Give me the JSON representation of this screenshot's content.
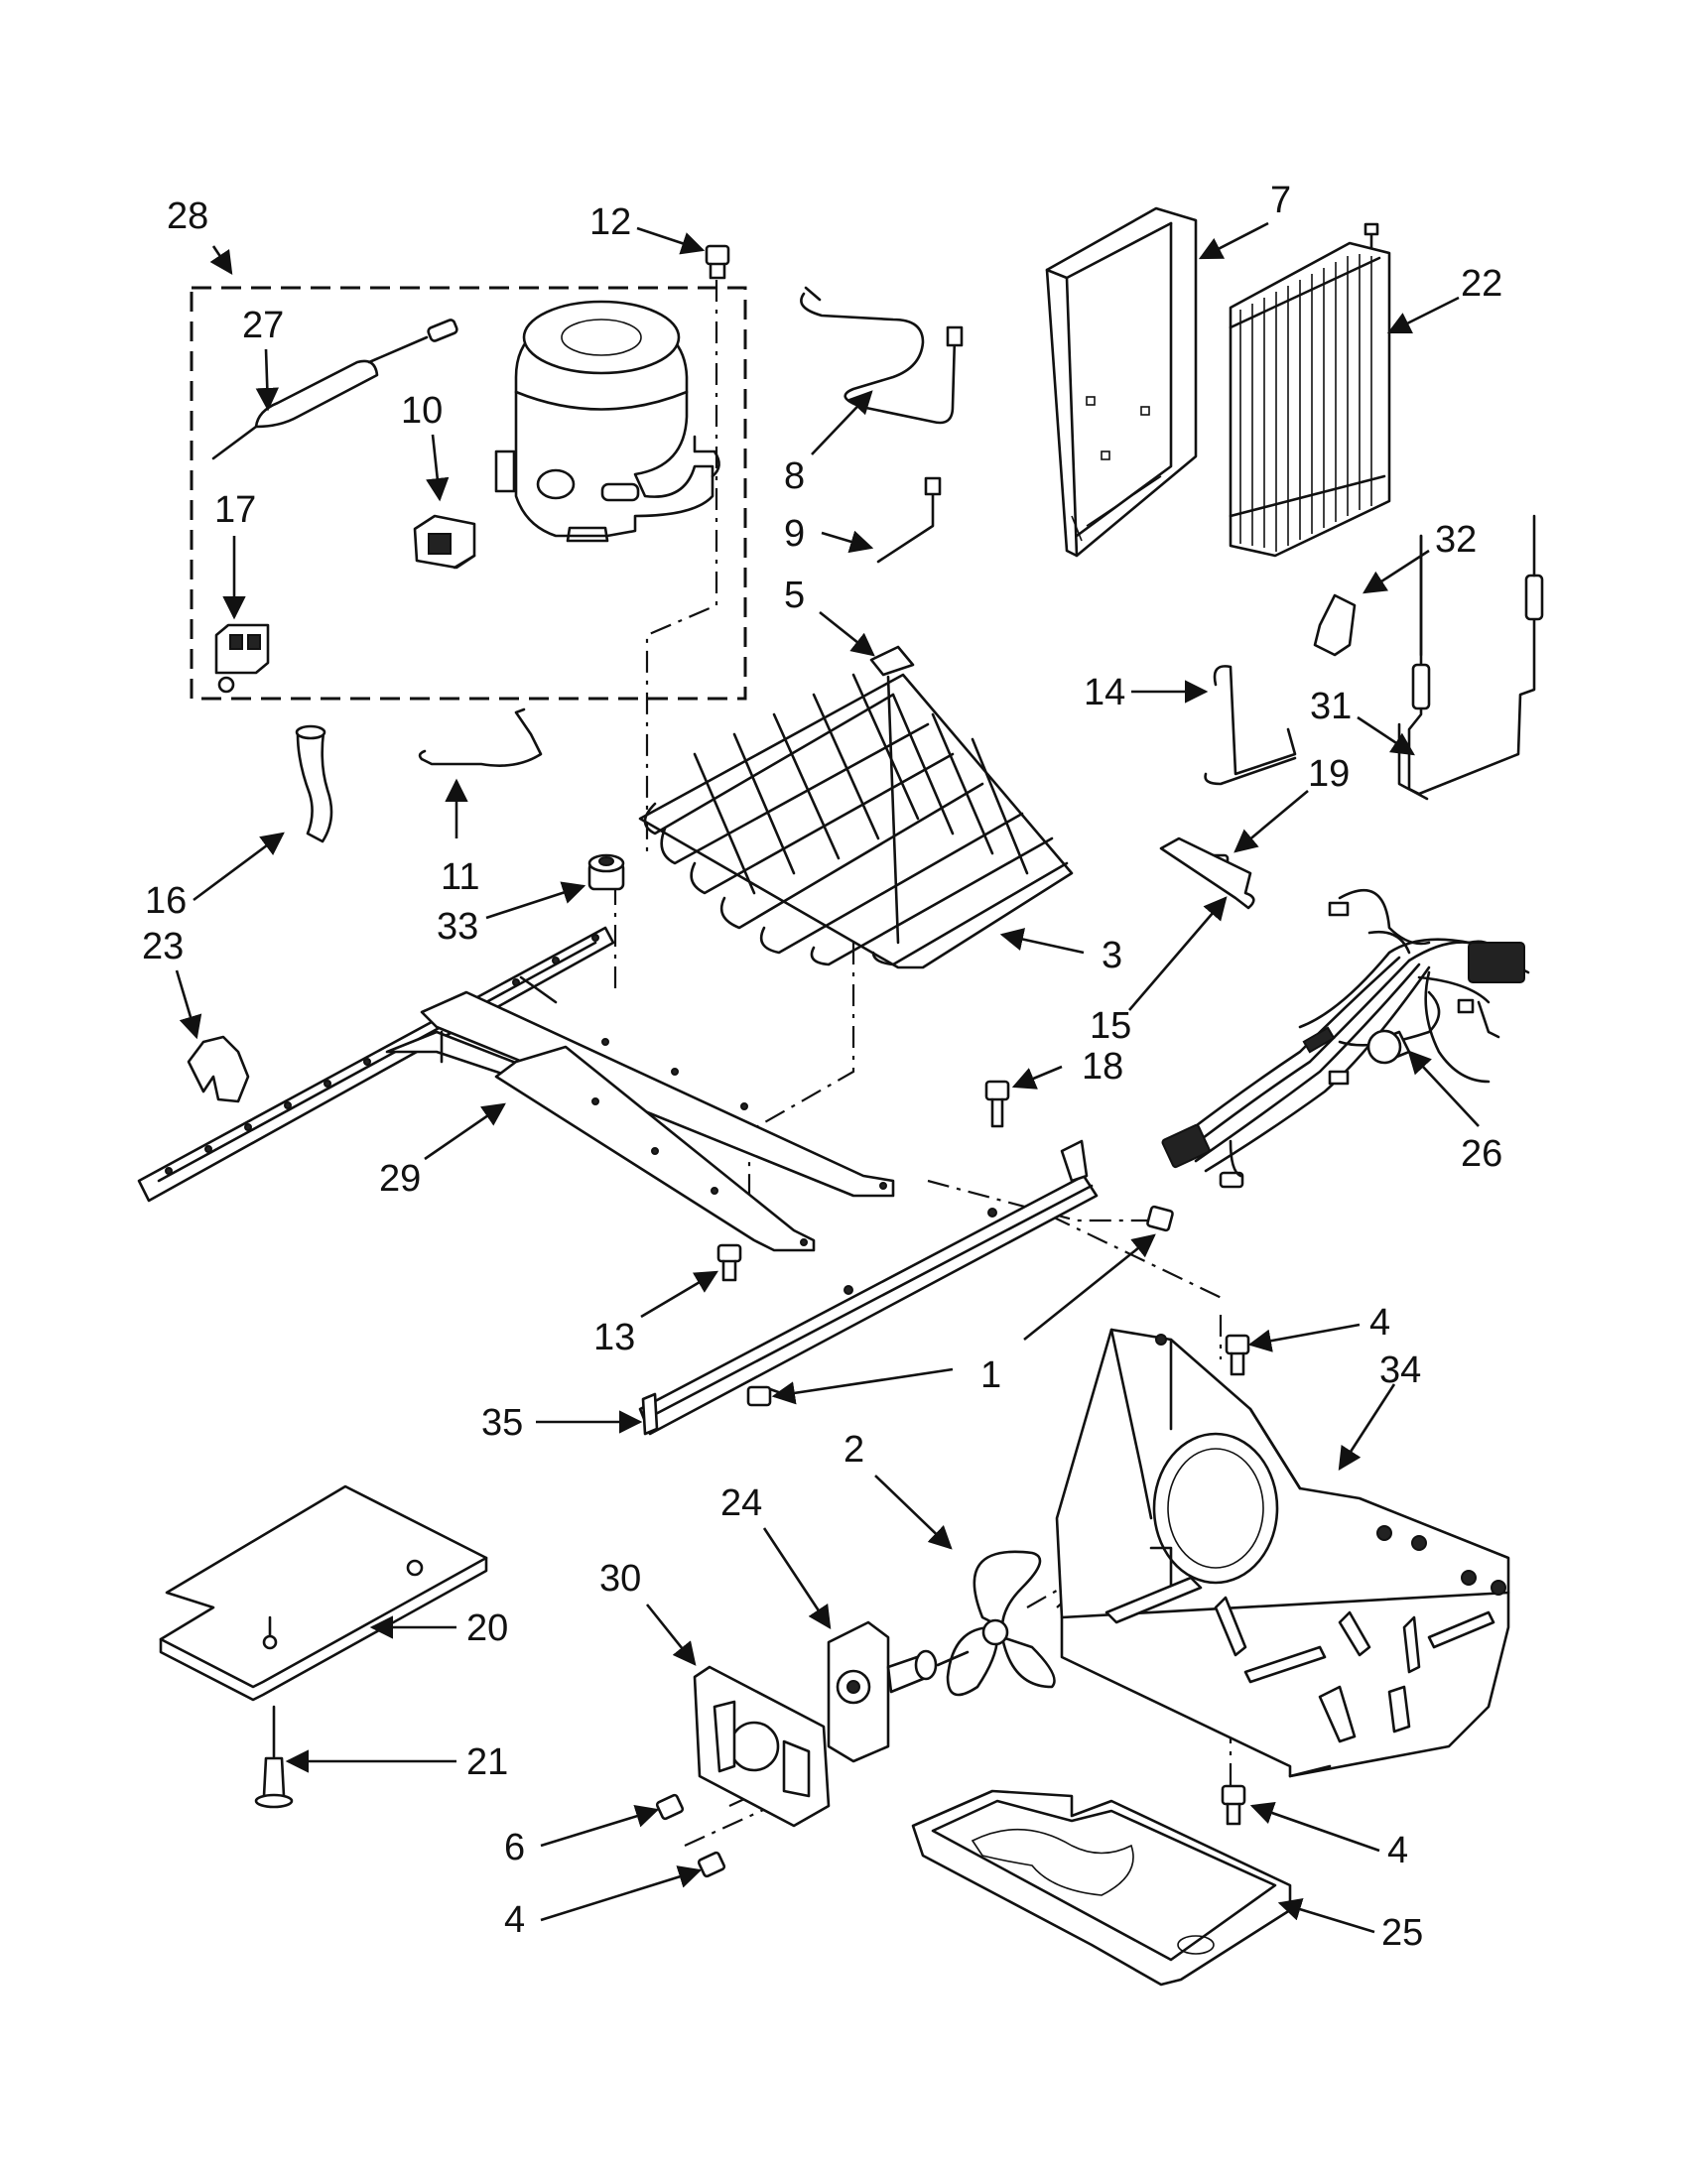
{
  "callouts": [
    {
      "id": "c28",
      "label": "28"
    },
    {
      "id": "c12",
      "label": "12"
    },
    {
      "id": "c7",
      "label": "7"
    },
    {
      "id": "c22",
      "label": "22"
    },
    {
      "id": "c27",
      "label": "27"
    },
    {
      "id": "c10",
      "label": "10"
    },
    {
      "id": "c17",
      "label": "17"
    },
    {
      "id": "c8",
      "label": "8"
    },
    {
      "id": "c9",
      "label": "9"
    },
    {
      "id": "c5",
      "label": "5"
    },
    {
      "id": "c32",
      "label": "32"
    },
    {
      "id": "c14",
      "label": "14"
    },
    {
      "id": "c31",
      "label": "31"
    },
    {
      "id": "c19",
      "label": "19"
    },
    {
      "id": "c16",
      "label": "16"
    },
    {
      "id": "c11",
      "label": "11"
    },
    {
      "id": "c33",
      "label": "33"
    },
    {
      "id": "c23",
      "label": "23"
    },
    {
      "id": "c3",
      "label": "3"
    },
    {
      "id": "c15",
      "label": "15"
    },
    {
      "id": "c18",
      "label": "18"
    },
    {
      "id": "c29",
      "label": "29"
    },
    {
      "id": "c26",
      "label": "26"
    },
    {
      "id": "c13",
      "label": "13"
    },
    {
      "id": "c1",
      "label": "1"
    },
    {
      "id": "c4a",
      "label": "4"
    },
    {
      "id": "c34",
      "label": "34"
    },
    {
      "id": "c35",
      "label": "35"
    },
    {
      "id": "c2",
      "label": "2"
    },
    {
      "id": "c24",
      "label": "24"
    },
    {
      "id": "c30",
      "label": "30"
    },
    {
      "id": "c20",
      "label": "20"
    },
    {
      "id": "c21",
      "label": "21"
    },
    {
      "id": "c6",
      "label": "6"
    },
    {
      "id": "c4b",
      "label": "4"
    },
    {
      "id": "c4c",
      "label": "4"
    },
    {
      "id": "c25",
      "label": "25"
    }
  ]
}
